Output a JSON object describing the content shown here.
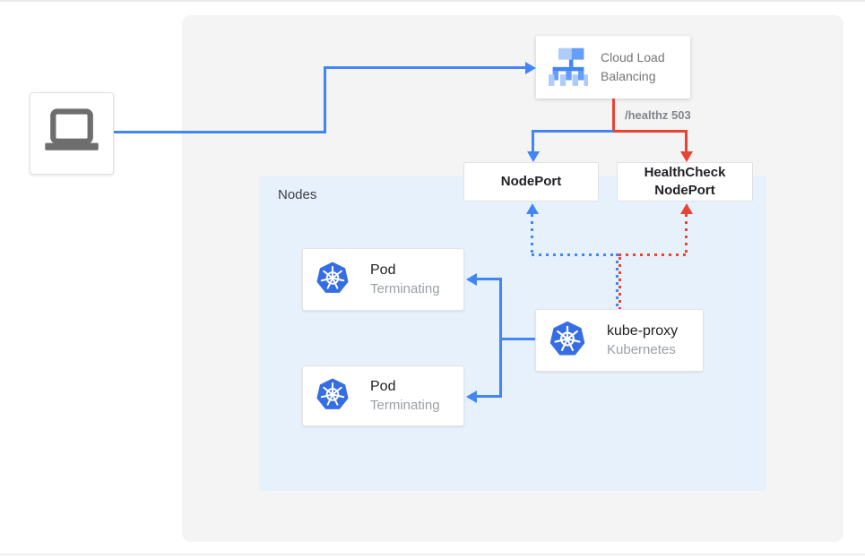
{
  "colors": {
    "blue": "#4285f4",
    "red": "#ea4335",
    "nodes_panel_bg": "#e6f1fc",
    "outer_panel_bg": "#f4f4f5",
    "kubernetes_blue": "#356de2",
    "laptop_gray": "#6e6e6e"
  },
  "nodes_panel": {
    "label": "Nodes"
  },
  "boxes": {
    "load_balancer": {
      "label": "Cloud Load Balancing"
    },
    "nodeport": {
      "label": "NodePort"
    },
    "healthcheck_nodeport": {
      "label": "HealthCheck NodePort"
    },
    "pods": [
      {
        "title": "Pod",
        "status": "Terminating"
      },
      {
        "title": "Pod",
        "status": "Terminating"
      }
    ],
    "kube_proxy": {
      "title": "kube-proxy",
      "subtitle": "Kubernetes"
    }
  },
  "edge_labels": {
    "healthz": "/healthz 503"
  }
}
